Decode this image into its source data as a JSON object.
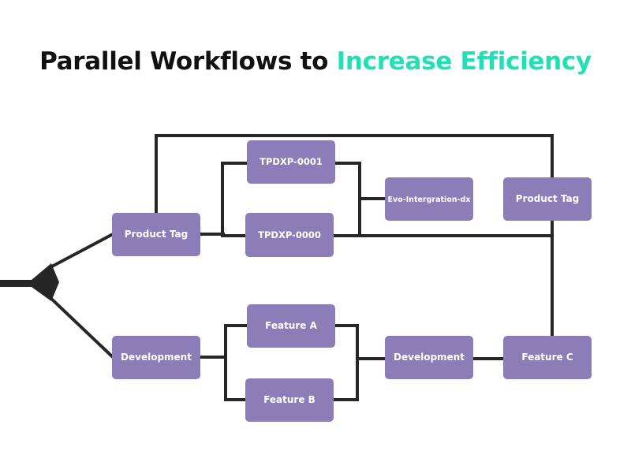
{
  "title": {
    "part1": "Parallel Workflows to ",
    "part2": "Increase Efficiency",
    "accent_color": "#22e0b6",
    "text_color": "#111111"
  },
  "colors": {
    "node_fill": "#8c7db8",
    "node_text": "#ffffff",
    "connector": "#262626"
  },
  "nodes": {
    "product_tag_1": "Product Tag",
    "tpdxp_0001": "TPDXP-0001",
    "tpdxp_0000": "TPDXP-0000",
    "evo_integration": "Evo-Intergration-dx",
    "product_tag_2": "Product Tag",
    "development_1": "Development",
    "feature_a": "Feature A",
    "feature_b": "Feature B",
    "development_2": "Development",
    "feature_c": "Feature C"
  }
}
